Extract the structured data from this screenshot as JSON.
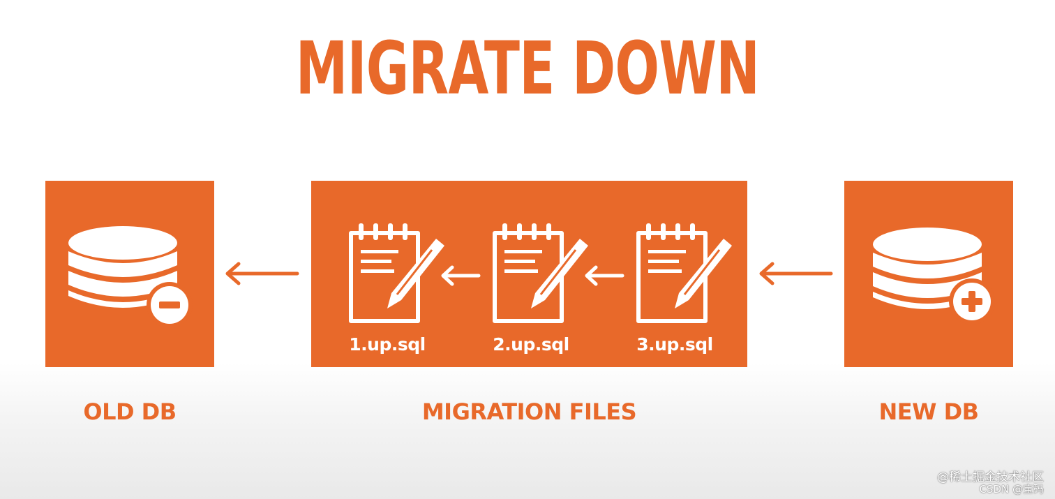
{
  "title": "MIGRATE DOWN",
  "colors": {
    "accent": "#e8692a",
    "icon": "#ffffff",
    "background": "#ffffff"
  },
  "old_db": {
    "caption": "OLD DB",
    "icon": "database-minus-icon"
  },
  "migration_files": {
    "caption": "MIGRATION FILES",
    "files": [
      {
        "label": "1.up.sql",
        "icon": "notepad-pencil-icon"
      },
      {
        "label": "2.up.sql",
        "icon": "notepad-pencil-icon"
      },
      {
        "label": "3.up.sql",
        "icon": "notepad-pencil-icon"
      }
    ]
  },
  "new_db": {
    "caption": "NEW DB",
    "icon": "database-plus-icon"
  },
  "arrows": {
    "direction": "left",
    "icon": "arrow-left-icon"
  },
  "watermark": {
    "line1": "@稀土掘金技术社区",
    "line2": "CSDN @宝码"
  }
}
